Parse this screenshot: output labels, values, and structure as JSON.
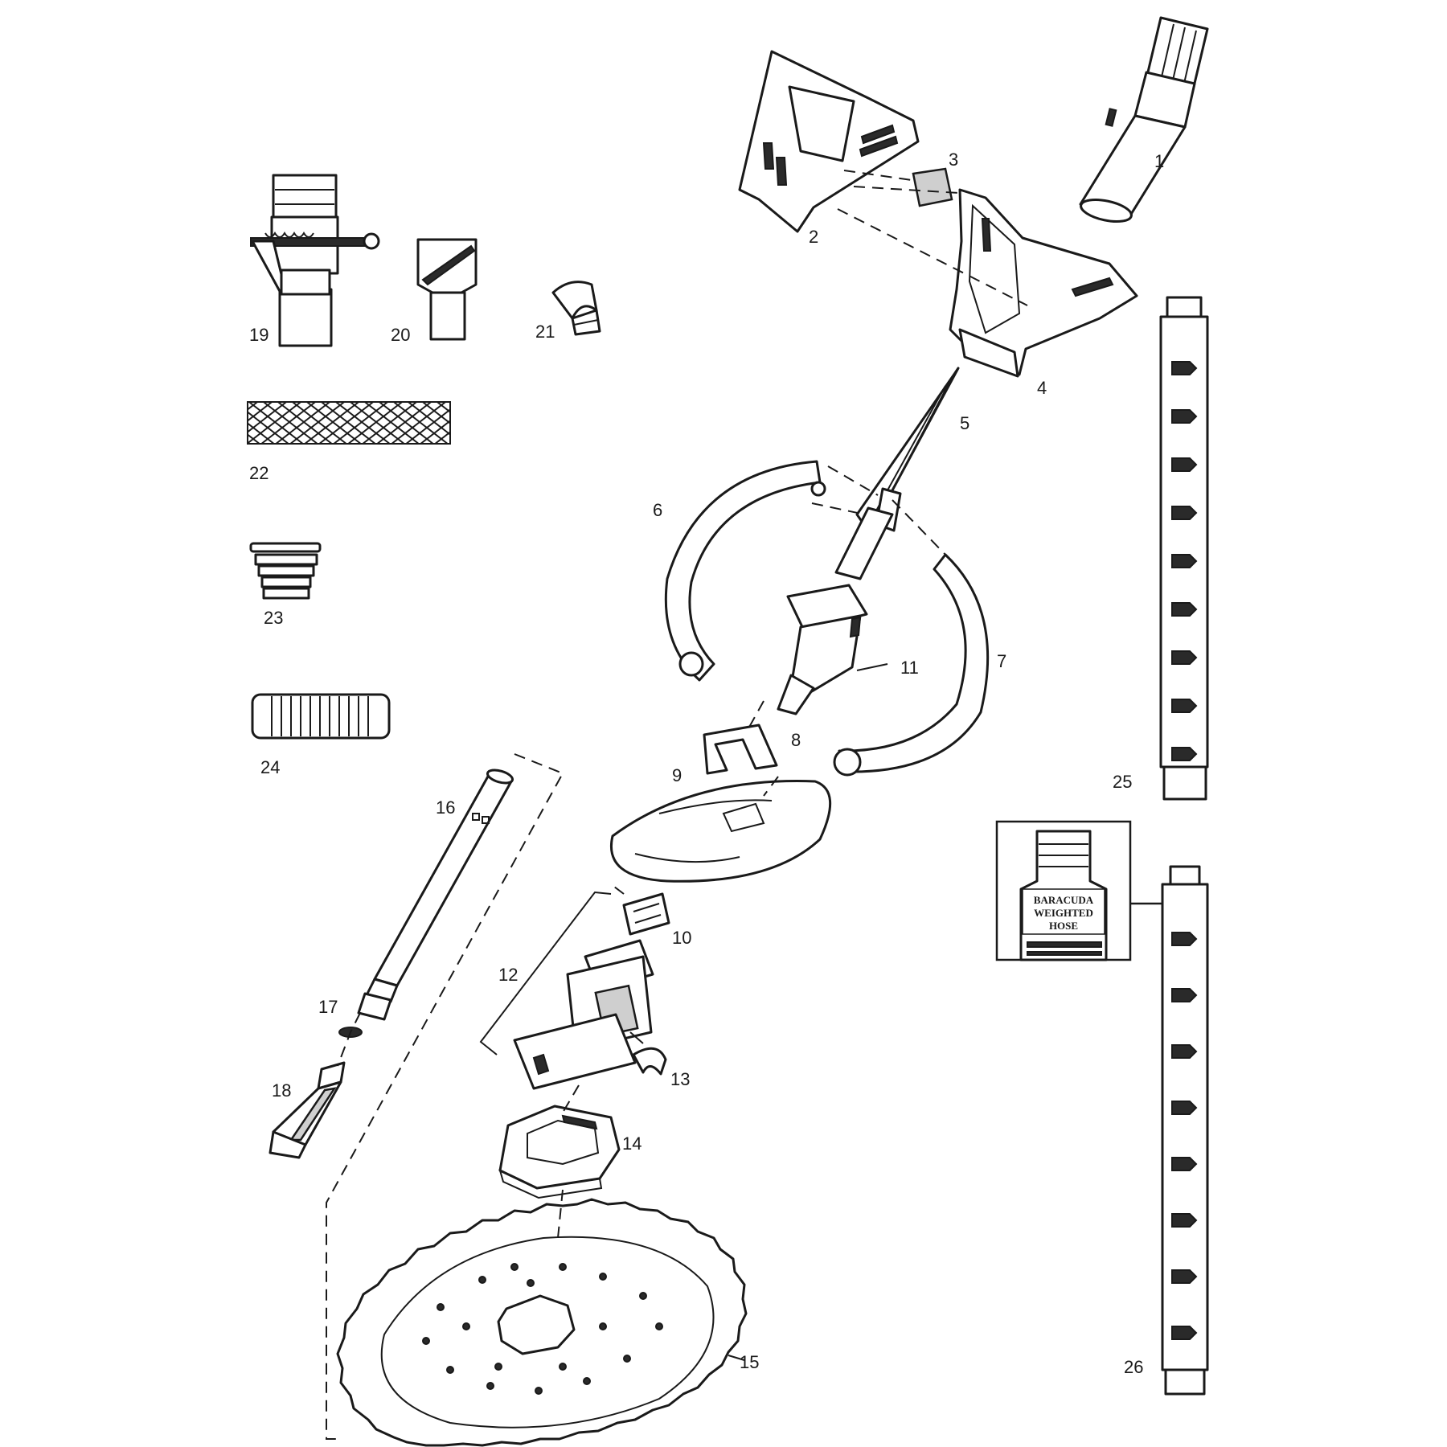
{
  "labels": {
    "p1": "1",
    "p2": "2",
    "p3": "3",
    "p4": "4",
    "p5": "5",
    "p6": "6",
    "p7": "7",
    "p8": "8",
    "p9": "9",
    "p10": "10",
    "p11": "11",
    "p12": "12",
    "p13": "13",
    "p14": "14",
    "p15": "15",
    "p16": "16",
    "p17": "17",
    "p18": "18",
    "p19": "19",
    "p20": "20",
    "p21": "21",
    "p22": "22",
    "p23": "23",
    "p24": "24",
    "p25": "25",
    "p26": "26"
  },
  "hose_tag": {
    "line1": "BARACUDA",
    "line2": "WEIGHTED",
    "line3": "HOSE"
  }
}
